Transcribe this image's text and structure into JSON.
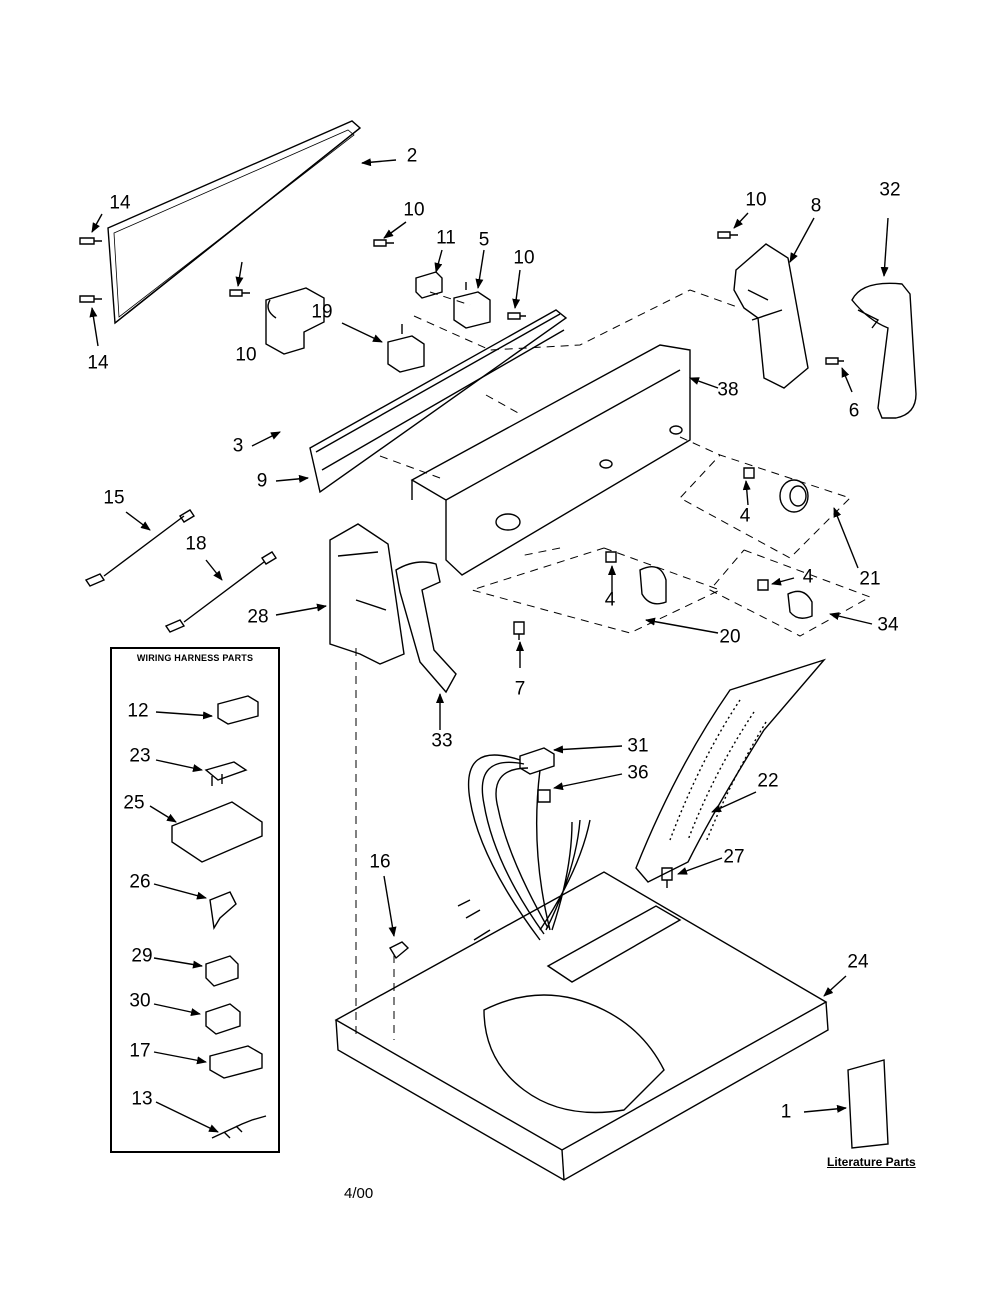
{
  "diagram": {
    "date": "4/00",
    "literature_label": "Literature Parts",
    "wiring_box_title": "WIRING HARNESS PARTS",
    "labels": {
      "p1": "1",
      "p2": "2",
      "p3": "3",
      "p4a": "4",
      "p4b": "4",
      "p4c": "4",
      "p5": "5",
      "p6": "6",
      "p7": "7",
      "p8": "8",
      "p9": "9",
      "p10a": "10",
      "p10b": "10",
      "p10c": "10",
      "p10d": "10",
      "p11": "11",
      "p12": "12",
      "p13": "13",
      "p14a": "14",
      "p14b": "14",
      "p15": "15",
      "p16": "16",
      "p17": "17",
      "p18": "18",
      "p19": "19",
      "p20": "20",
      "p21": "21",
      "p22": "22",
      "p23": "23",
      "p24": "24",
      "p25": "25",
      "p26": "26",
      "p27": "27",
      "p28": "28",
      "p29": "29",
      "p30": "30",
      "p31": "31",
      "p32": "32",
      "p33": "33",
      "p34": "34",
      "p36": "36",
      "p38": "38"
    }
  }
}
